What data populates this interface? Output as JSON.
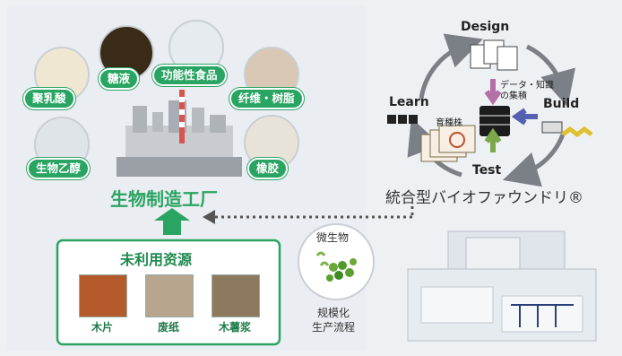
{
  "biofactory": {
    "title": "生物制造工厂",
    "products": [
      "聚乳酸",
      "糖液",
      "功能性食品",
      "纤维・树脂",
      "生物乙醇",
      "橡胶"
    ]
  },
  "resources": {
    "title": "未利用资源",
    "items": [
      "木片",
      "废纸",
      "木薯浆"
    ]
  },
  "microbe": {
    "label": "微生物",
    "process_lines": [
      "规模化",
      "生产流程"
    ]
  },
  "foundry": {
    "title": "統合型バイオファウンドリ®",
    "cycle": [
      "Design",
      "Build",
      "Test",
      "Learn"
    ],
    "center_label": "データ・知識\nの集積",
    "cultivate_label": "育種株"
  },
  "colors": {
    "green": "#2aa463",
    "dark_green": "#1f8a4f",
    "arrow_gray": "#6e747a",
    "purple": "#8a6ac8"
  }
}
